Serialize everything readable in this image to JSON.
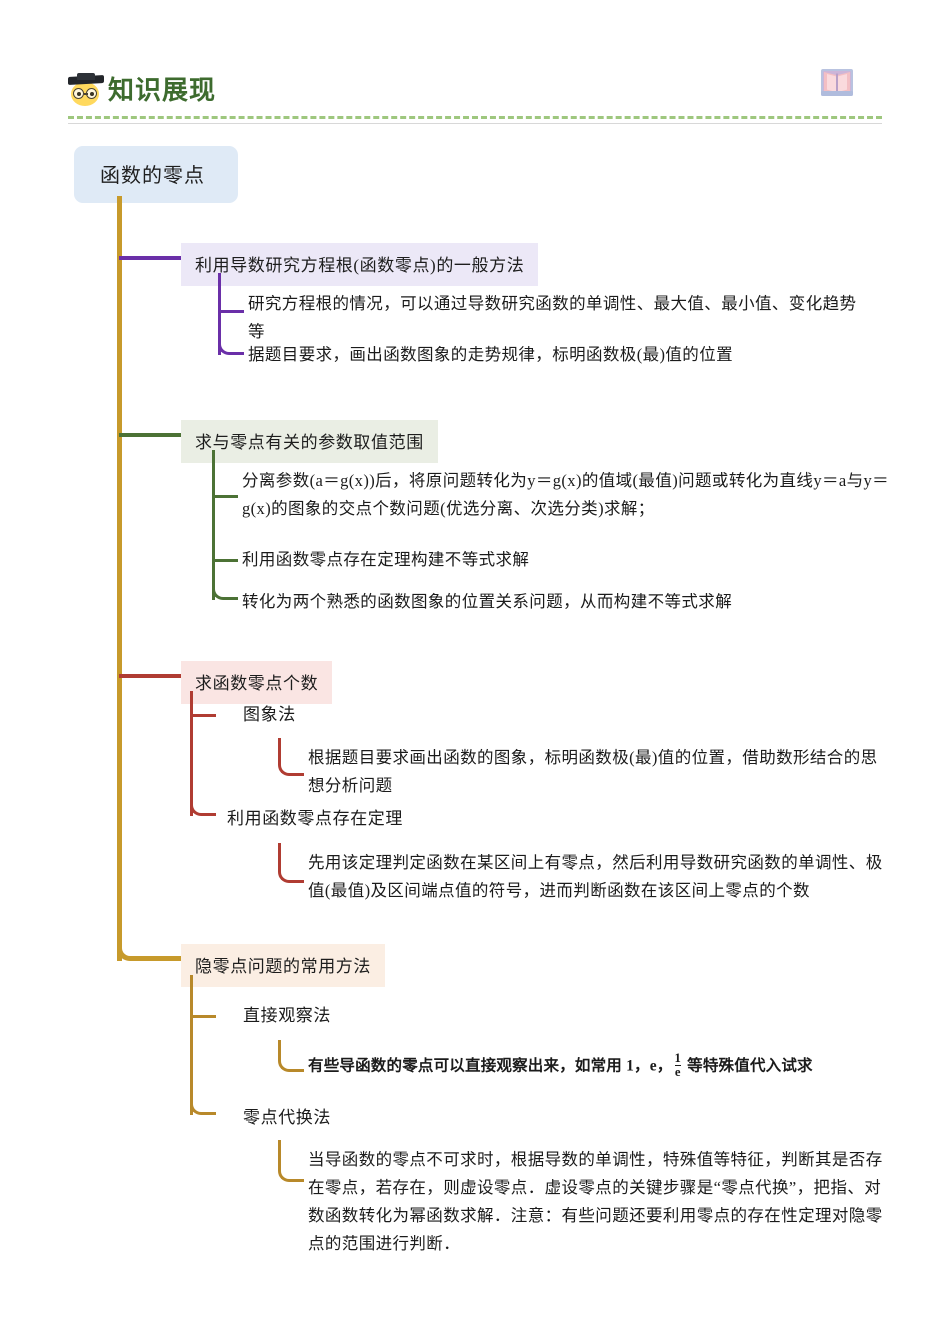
{
  "header": {
    "title": "知识展现",
    "cap_icon": "graduation-cap-face-icon",
    "book_icon": "open-book-icon",
    "accent_color": "#3d6b2e",
    "divider_color": "#9ec77e"
  },
  "root": {
    "label": "函数的零点",
    "bg": "#dfeaf6",
    "trunk_color": "#c79a2b"
  },
  "sections": [
    {
      "id": "section-general-method",
      "title": "利用导数研究方程根(函数零点)的一般方法",
      "color": "#6a2fa8",
      "bg": "#ece8f7",
      "items": [
        {
          "text": "研究方程根的情况，可以通过导数研究函数的单调性、最大值、最小值、变化趋势等"
        },
        {
          "text": "据题目要求，画出函数图象的走势规律，标明函数极(最)值的位置"
        }
      ]
    },
    {
      "id": "section-parameter-range",
      "title": "求与零点有关的参数取值范围",
      "color": "#4c7235",
      "bg": "#eaeee4",
      "items": [
        {
          "text": "分离参数(a＝g(x))后，将原问题转化为y＝g(x)的值域(最值)问题或转化为直线y＝a与y＝g(x)的图象的交点个数问题(优选分离、次选分类)求解；"
        },
        {
          "text": "利用函数零点存在定理构建不等式求解"
        },
        {
          "text": "转化为两个熟悉的函数图象的位置关系问题，从而构建不等式求解"
        }
      ]
    },
    {
      "id": "section-zero-count",
      "title": "求函数零点个数",
      "color": "#b03c32",
      "bg": "#fae5e3",
      "items": [
        {
          "label": "图象法",
          "detail": "根据题目要求画出函数的图象，标明函数极(最)值的位置，借助数形结合的思想分析问题"
        },
        {
          "label": "利用函数零点存在定理",
          "detail": "先用该定理判定函数在某区间上有零点，然后利用导数研究函数的单调性、极值(最值)及区间端点值的符号，进而判断函数在该区间上零点的个数"
        }
      ]
    },
    {
      "id": "section-hidden-zero",
      "title": "隐零点问题的常用方法",
      "color": "#b8892a",
      "bg": "#fbeee3",
      "items": [
        {
          "label": "直接观察法",
          "detail_prefix": "有些导函数的零点可以直接观察出来，如常用 1，e，",
          "detail_fraction": {
            "numerator": "1",
            "denominator": "e"
          },
          "detail_suffix": " 等特殊值代入试求",
          "style": "bold-serif"
        },
        {
          "label": "零点代换法",
          "detail": "当导函数的零点不可求时，根据导数的单调性，特殊值等特征，判断其是否存在零点，若存在，则虚设零点．虚设零点的关键步骤是“零点代换”，把指、对数函数转化为幂函数求解．注意：有些问题还要利用零点的存在性定理对隐零点的范围进行判断．"
        }
      ]
    }
  ]
}
